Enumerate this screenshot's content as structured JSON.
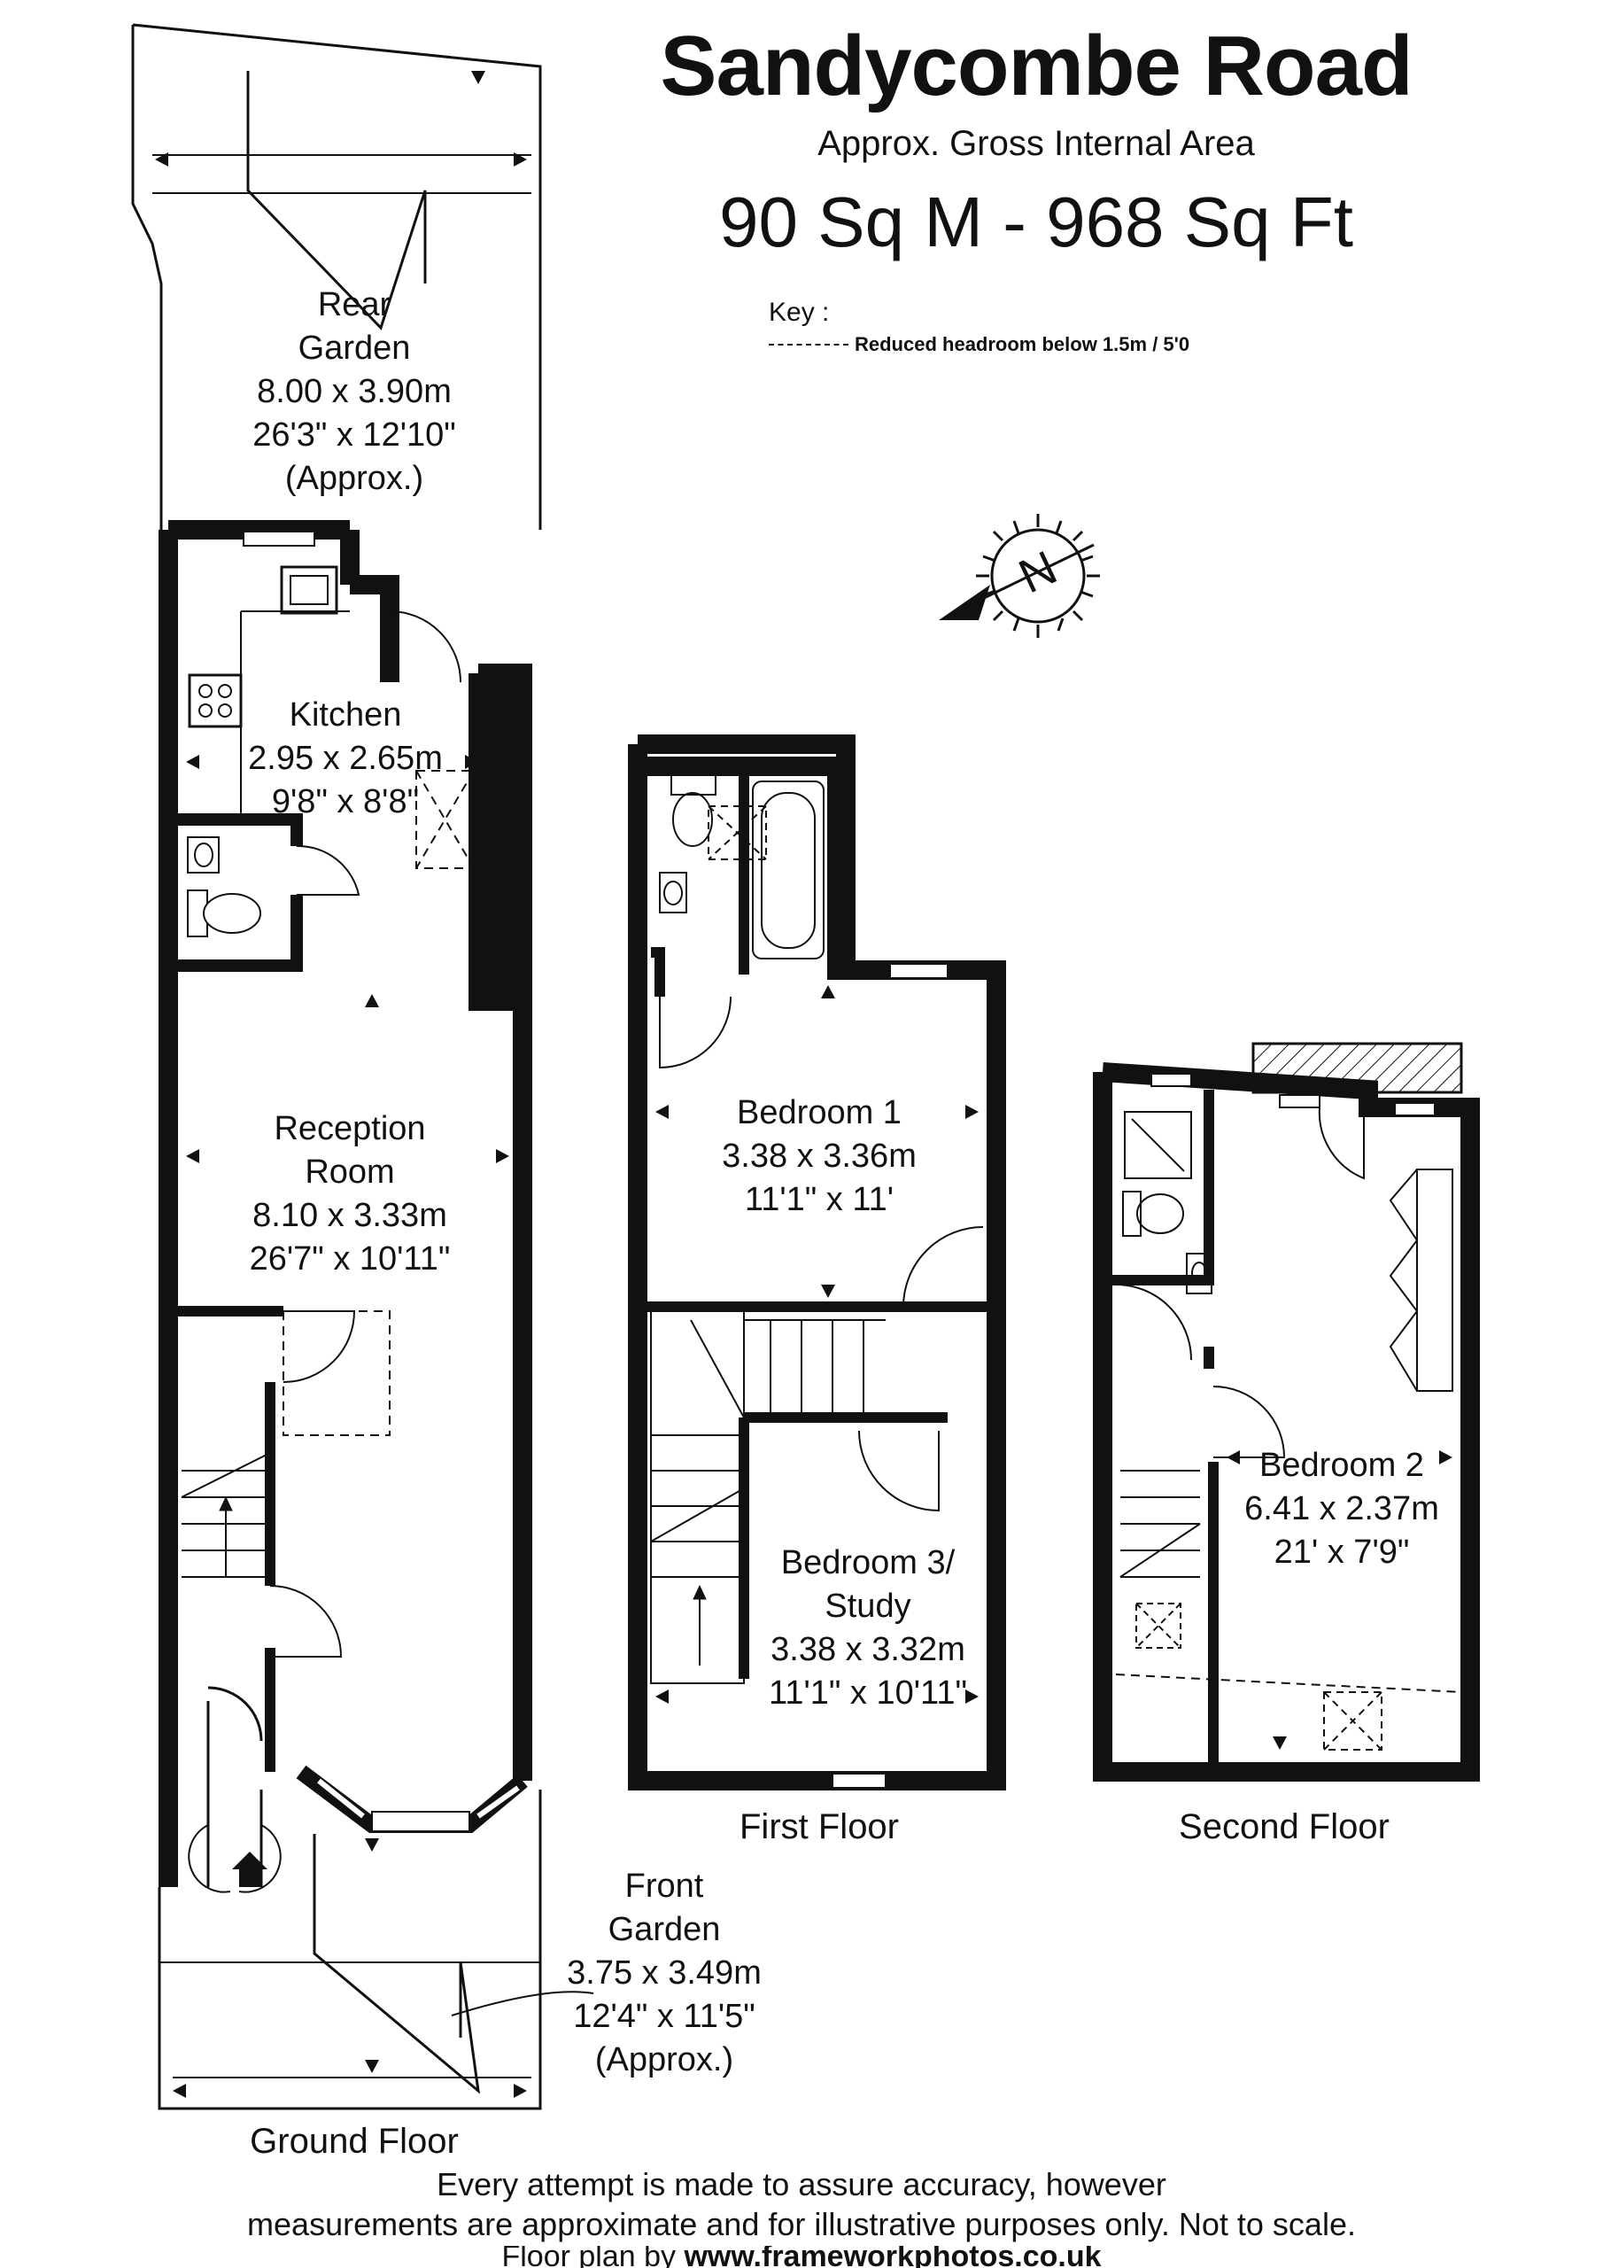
{
  "title": "Sandycombe Road",
  "subtitle": "Approx. Gross Internal Area",
  "area": "90 Sq M - 968 Sq Ft",
  "key": {
    "label": "Key :",
    "item": "Reduced  headroom below 1.5m / 5'0"
  },
  "compass": "N",
  "rooms": {
    "rear_garden": [
      "Rear",
      "Garden",
      "8.00 x 3.90m",
      "26'3\" x 12'10\"",
      "(Approx.)"
    ],
    "kitchen": [
      "Kitchen",
      "2.95 x 2.65m",
      "9'8\" x 8'8\""
    ],
    "reception": [
      "Reception",
      "Room",
      "8.10 x 3.33m",
      "26'7\" x 10'11\""
    ],
    "front_garden": [
      "Front",
      "Garden",
      "3.75 x 3.49m",
      "12'4\" x 11'5\"",
      "(Approx.)"
    ],
    "bedroom1": [
      "Bedroom 1",
      "3.38 x 3.36m",
      "11'1\" x 11'"
    ],
    "bedroom3": [
      "Bedroom 3/",
      "Study",
      "3.38 x 3.32m",
      "11'1\" x 10'11\""
    ],
    "bedroom2": [
      "Bedroom 2",
      "6.41 x 2.37m",
      "21' x 7'9\""
    ]
  },
  "floors": {
    "ground": "Ground Floor",
    "first": "First Floor",
    "second": "Second Floor"
  },
  "footer": {
    "line1": "Every attempt is made to assure accuracy, however",
    "line2": "measurements are approximate and for illustrative purposes only. Not to scale.",
    "line3_prefix": "Floor plan by ",
    "line3_url": "www.frameworkphotos.co.uk"
  }
}
